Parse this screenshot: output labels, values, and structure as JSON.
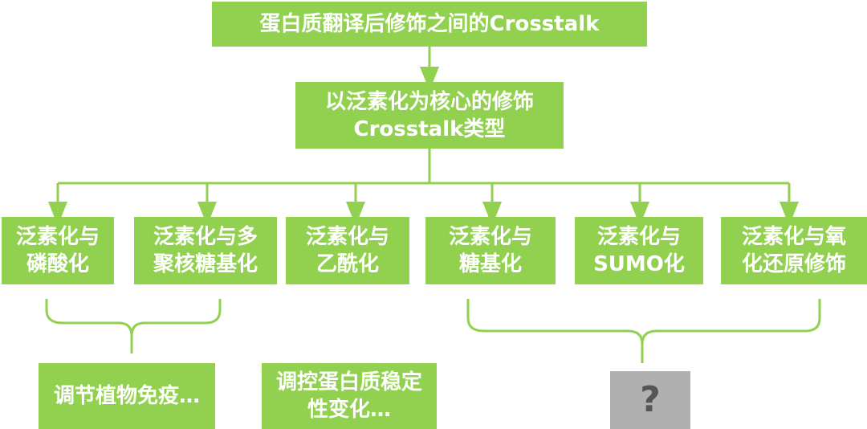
{
  "title": "蛋白质翻译后修饰之间的Crosstalk",
  "core": {
    "line1": "以泛素化为核心的修饰",
    "line2": "Crosstalk类型"
  },
  "types": [
    {
      "line1": "泛素化与",
      "line2": "磷酸化"
    },
    {
      "line1": "泛素化与多",
      "line2": "聚核糖基化"
    },
    {
      "line1": "泛素化与",
      "line2": "乙酰化"
    },
    {
      "line1": "泛素化与",
      "line2": "糖基化"
    },
    {
      "line1": "泛素化与",
      "line2": "SUMO化"
    },
    {
      "line1": "泛素化与氧",
      "line2": "化还原修饰"
    }
  ],
  "outcomes": [
    {
      "line1": "调节植物免疫…",
      "line2": ""
    },
    {
      "line1": "调控蛋白质稳定",
      "line2": "性变化…"
    },
    {
      "line1": "?",
      "line2": ""
    }
  ],
  "colors": {
    "box": "#92d050",
    "connector": "#92d050",
    "unknown": "#b0b0b0"
  }
}
